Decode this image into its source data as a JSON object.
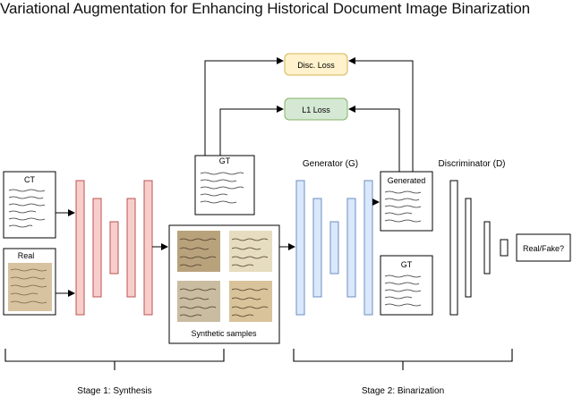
{
  "title": "Variational Augmentation for Enhancing Historical Document Image Binarization",
  "losses": {
    "disc": "Disc. Loss",
    "l1": "L1 Loss"
  },
  "inputs": {
    "ct": "CT",
    "real": "Real",
    "gt_top": "GT",
    "gt_bottom": "GT",
    "generated": "Generated"
  },
  "labels": {
    "generator": "Generator (G)",
    "discriminator": "Discriminator (D)",
    "synthetic": "Synthetic samples",
    "realfake": "Real/Fake?"
  },
  "stages": {
    "stage1": "Stage 1: Synthesis",
    "stage2": "Stage 2: Binarization"
  },
  "colors": {
    "disc_fill": "#fff2cc",
    "disc_stroke": "#d6b656",
    "l1_fill": "#d5e8d4",
    "l1_stroke": "#82b366",
    "synth_fill": "#f8cecc",
    "synth_stroke": "#b85450",
    "gen_fill": "#dae8fc",
    "gen_stroke": "#6c8ebf",
    "paper_real": "#d8c3a0",
    "paper_dark": "#b8a27c"
  }
}
